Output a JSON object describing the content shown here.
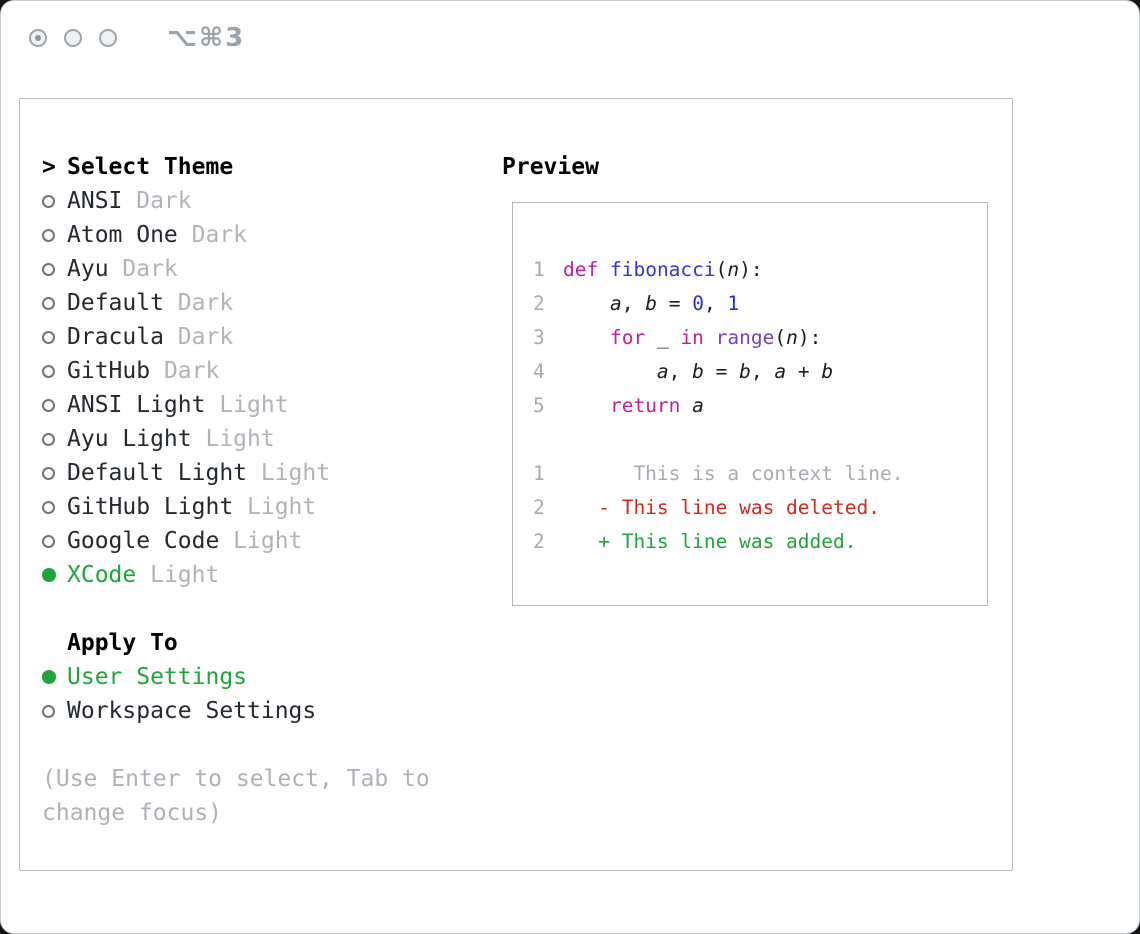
{
  "window": {
    "shortcut": "⌥⌘3"
  },
  "theme_selector": {
    "cursor": ">",
    "title": "Select Theme",
    "items": [
      {
        "name": "ANSI",
        "variant": "Dark",
        "selected": false
      },
      {
        "name": "Atom One",
        "variant": "Dark",
        "selected": false
      },
      {
        "name": "Ayu",
        "variant": "Dark",
        "selected": false
      },
      {
        "name": "Default",
        "variant": "Dark",
        "selected": false
      },
      {
        "name": "Dracula",
        "variant": "Dark",
        "selected": false
      },
      {
        "name": "GitHub",
        "variant": "Dark",
        "selected": false
      },
      {
        "name": "ANSI Light",
        "variant": "Light",
        "selected": false
      },
      {
        "name": "Ayu Light",
        "variant": "Light",
        "selected": false
      },
      {
        "name": "Default Light",
        "variant": "Light",
        "selected": false
      },
      {
        "name": "GitHub Light",
        "variant": "Light",
        "selected": false
      },
      {
        "name": "Google Code",
        "variant": "Light",
        "selected": false
      },
      {
        "name": "XCode",
        "variant": "Light",
        "selected": true
      }
    ]
  },
  "apply_to": {
    "title": "Apply To",
    "options": [
      {
        "label": "User Settings",
        "selected": true
      },
      {
        "label": "Workspace Settings",
        "selected": false
      }
    ]
  },
  "hint": "(Use Enter to select, Tab to change focus)",
  "preview": {
    "title": "Preview",
    "lines": [
      {
        "num": "1",
        "segments": [
          {
            "text": "def",
            "cls": "kw"
          },
          {
            "text": " "
          },
          {
            "text": "fibonacci",
            "cls": "fn"
          },
          {
            "text": "("
          },
          {
            "text": "n",
            "cls": "var"
          },
          {
            "text": "):"
          }
        ]
      },
      {
        "num": "2",
        "segments": [
          {
            "text": "    "
          },
          {
            "text": "a",
            "cls": "var"
          },
          {
            "text": ", "
          },
          {
            "text": "b",
            "cls": "var"
          },
          {
            "text": " = "
          },
          {
            "text": "0",
            "cls": "num"
          },
          {
            "text": ", "
          },
          {
            "text": "1",
            "cls": "num"
          }
        ]
      },
      {
        "num": "3",
        "segments": [
          {
            "text": "    "
          },
          {
            "text": "for",
            "cls": "kw"
          },
          {
            "text": " _ "
          },
          {
            "text": "in",
            "cls": "kw"
          },
          {
            "text": " "
          },
          {
            "text": "range",
            "cls": "lib"
          },
          {
            "text": "("
          },
          {
            "text": "n",
            "cls": "var"
          },
          {
            "text": "):"
          }
        ]
      },
      {
        "num": "4",
        "segments": [
          {
            "text": "        "
          },
          {
            "text": "a",
            "cls": "var"
          },
          {
            "text": ", "
          },
          {
            "text": "b",
            "cls": "var"
          },
          {
            "text": " = "
          },
          {
            "text": "b",
            "cls": "var"
          },
          {
            "text": ", "
          },
          {
            "text": "a",
            "cls": "var"
          },
          {
            "text": " + "
          },
          {
            "text": "b",
            "cls": "var"
          }
        ]
      },
      {
        "num": "5",
        "segments": [
          {
            "text": "    "
          },
          {
            "text": "return",
            "cls": "kw"
          },
          {
            "text": " "
          },
          {
            "text": "a",
            "cls": "var"
          }
        ]
      },
      {
        "num": "",
        "segments": []
      },
      {
        "num": "1",
        "segments": [
          {
            "text": "      This is a context line.",
            "cls": "ctx"
          }
        ]
      },
      {
        "num": "2",
        "segments": [
          {
            "text": "   - This line was deleted.",
            "cls": "del"
          }
        ]
      },
      {
        "num": "2",
        "segments": [
          {
            "text": "   + This line was added.",
            "cls": "add"
          }
        ]
      }
    ]
  },
  "colors": {
    "accent_green": "#1fa53c",
    "keyword": "#c0209c",
    "function_name": "#3634d3",
    "library_function": "#7a3fbf",
    "number_literal": "#2430d8",
    "context_gray": "#a6abb1",
    "deleted_red": "#cf2a1e",
    "added_green": "#1fa53c",
    "variant_gray": "#b0b4b9"
  }
}
